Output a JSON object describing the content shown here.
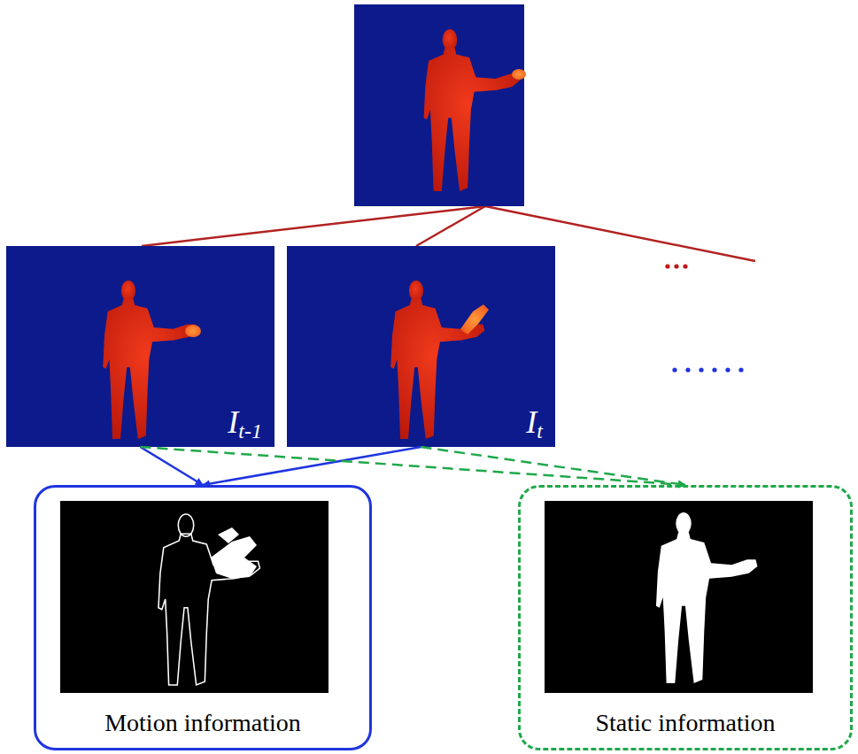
{
  "diagram": {
    "nodes": [
      {
        "text": [
          "I",
          "t-1"
        ]
      },
      {
        "text": [
          "I",
          "t"
        ]
      },
      {
        "text": [
          "Motion information"
        ]
      },
      {
        "text": [
          "Static information"
        ]
      }
    ],
    "edges": [
      {
        "from": 0,
        "to": 2,
        "arrow": "to"
      },
      {
        "from": 1,
        "to": 2,
        "arrow": "to"
      },
      {
        "from": 0,
        "to": 3,
        "arrow": "to"
      },
      {
        "from": 1,
        "to": 3,
        "arrow": "to"
      }
    ]
  }
}
